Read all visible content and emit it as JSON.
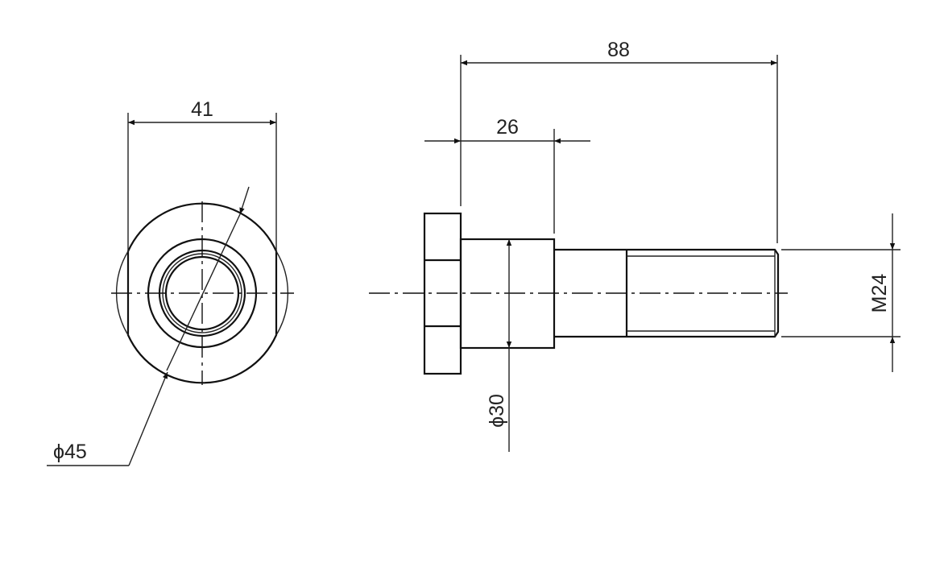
{
  "title": "Bolt technical drawing",
  "dimensions": {
    "washer_flat_width": "41",
    "washer_diameter": "ϕ45",
    "total_length": "88",
    "collar_length": "26",
    "collar_diameter": "ϕ30",
    "thread": "M24"
  },
  "colors": {
    "line": "#111111",
    "background": "#ffffff"
  }
}
